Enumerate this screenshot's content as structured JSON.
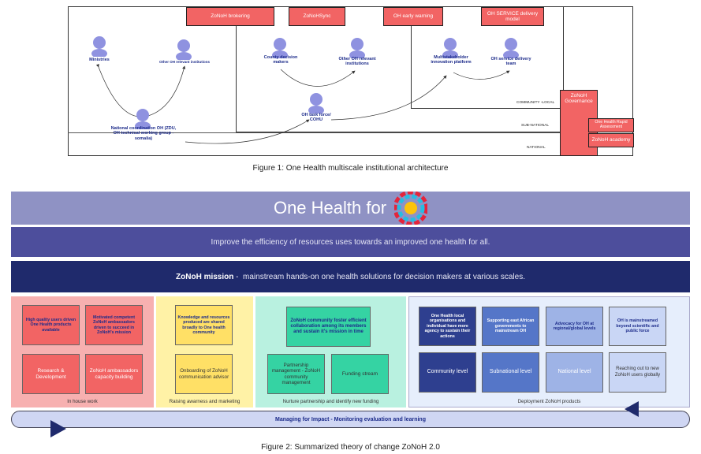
{
  "architecture": {
    "top_boxes": [
      "ZoNoH brokering",
      "ZoNoHSync",
      "OH early warning",
      "OH SERVICE delivery model"
    ],
    "actors": {
      "ministries": "Ministries",
      "other_oh": "Other OH relevant institutions",
      "county": "County decision makers",
      "other_oh_2": "Other OH relevant institutions",
      "multistakeholder": "Multistakeholder innovation platform",
      "oh_service": "OH service delivery team",
      "national_coord": "National coordination OH (ZDU, OH technical working group -somalia)",
      "task_force": "OH task force/ COHU"
    },
    "levels": {
      "community": "COMMUNITY -LOCAL",
      "subnational": "SUB-NATIONAL",
      "national": "NATIONAL"
    },
    "governance": "ZoNoH Governance",
    "rapid": "One Health Rapid Assessment",
    "academy": "ZoNoH academy",
    "caption": "Figure 1: One Health multiscale institutional architecture"
  },
  "toc": {
    "title": "One Health for",
    "goal": "Improve the efficiency of resources uses towards an improved one health for all.",
    "mission_label": "ZoNoH mission",
    "mission_text": " -  mainstream hands-on one health solutions for decision makers at various scales.",
    "col1": {
      "b1": "High quality users driven One Health products available",
      "b2": "Motivated competent ZoNoH ambassadors driven to succeed in ZoNoH's mission",
      "b3": "Research & Development",
      "b4": "ZoNoH ambassadors capacity building",
      "name": "In house work"
    },
    "col2": {
      "b1": "Knowledge and resources produced are shared broadly to One health community",
      "b2": "Onboarding of ZoNoH communication advisor",
      "name": "Raising awarness and marketing"
    },
    "col3": {
      "b1": "ZoNoH community foster efficient collaboration among its members and sustain it's mission in time",
      "b2": "Partnership management - ZoNoH community management",
      "b3": "Funding stream",
      "name": "Nurture partnership and identify new funding"
    },
    "col4": {
      "b1": "One Health local organisations and individual have more agency to sustain their actions",
      "b2": "Supporting east African governments to mainstream OH",
      "b3": "Advocacy for OH at regional/global levels",
      "b4": "OH is mainstreamed beyond scientific and public force",
      "b5": "Community level",
      "b6": "Subnational level",
      "b7": "National level",
      "b8": "Reaching out to new ZoNoH users globally",
      "name": "Deployment ZoNoH products"
    },
    "impact": "Managing for Impact - Monitoring evaluation and learning",
    "caption": "Figure 2: Summarized theory of change ZoNoH 2.0"
  },
  "colors": {
    "red": "#f26464",
    "navy": "#1c2b8a",
    "lavender": "#8f92c4",
    "indigo": "#4d4e9c",
    "deepblue": "#1f2a6c"
  }
}
